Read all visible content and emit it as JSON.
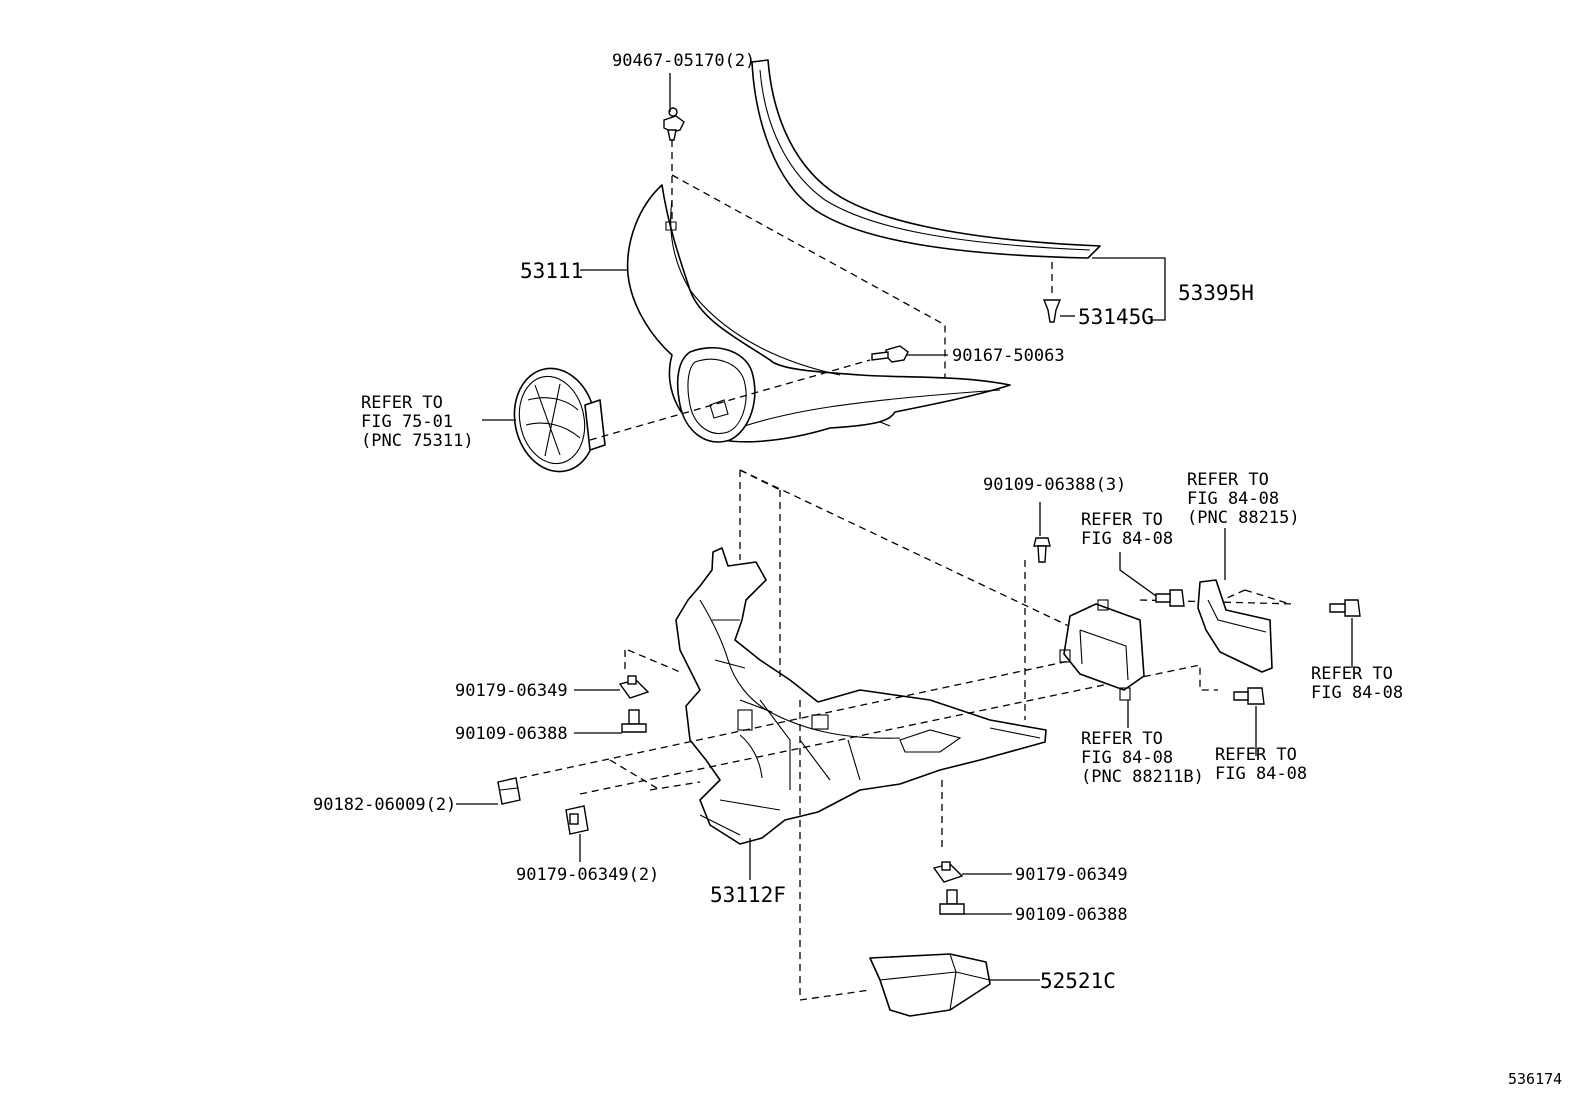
{
  "figure_number": "536174",
  "parts": {
    "p90467": "90467-05170(2)",
    "p53111": "53111",
    "p53395H": "53395H",
    "p53145G": "53145G",
    "p90167": "90167-50063",
    "emblem_ref": [
      "REFER TO",
      "FIG 75-01",
      "(PNC 75311)"
    ],
    "p90109_3": "90109-06388(3)",
    "ref_84_08_a": [
      "REFER TO",
      "FIG 84-08"
    ],
    "ref_84_08_b": [
      "REFER TO",
      "FIG 84-08",
      "(PNC 88215)"
    ],
    "ref_84_08_c": [
      "REFER TO",
      "FIG 84-08"
    ],
    "ref_84_08_d": [
      "REFER TO",
      "FIG 84-08",
      "(PNC 88211B)"
    ],
    "ref_84_08_e": [
      "REFER TO",
      "FIG 84-08"
    ],
    "p90179_a": "90179-06349",
    "p90109_a": "90109-06388",
    "p90182": "90182-06009(2)",
    "p90179_2": "90179-06349(2)",
    "p53112F": "53112F",
    "p90179_b": "90179-06349",
    "p90109_b": "90109-06388",
    "p52521C": "52521C"
  }
}
